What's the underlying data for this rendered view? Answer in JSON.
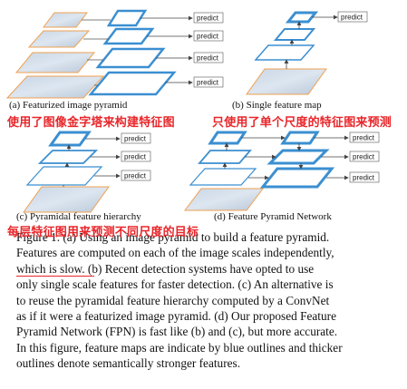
{
  "figure": {
    "predict_label": "predict",
    "subfigures": [
      {
        "id": "a",
        "caption": "(a) Featurized image pyramid",
        "annotation": "使用了图像金字塔来构建特征图"
      },
      {
        "id": "b",
        "caption": "(b) Single feature map",
        "annotation": "只使用了单个尺度的特征图来预测"
      },
      {
        "id": "c",
        "caption": "(c) Pyramidal feature hierarchy",
        "annotation": "每层特征图用来预测不同尺度的目标"
      },
      {
        "id": "d",
        "caption": "(d) Feature Pyramid Network",
        "annotation": ""
      }
    ]
  },
  "caption_text": {
    "lines": [
      "Figure 1. (a) Using an image pyramid to build a feature pyramid.",
      "Features are computed on each of the image scales independently,",
      "which is slow.  (b) Recent detection systems have opted to use",
      "only single scale features for faster detection. (c) An alternative is",
      "to reuse the pyramidal feature hierarchy computed by a ConvNet",
      "as if it were a featurized image pyramid. (d) Our proposed Feature",
      "Pyramid Network (FPN) is fast like (b) and (c), but more accurate.",
      "In this figure, feature maps are indicate by blue outlines and thicker",
      "outlines denote semantically stronger features."
    ]
  },
  "colors": {
    "annotation": "#e8262a",
    "feature_outline": "#3b8fd1",
    "image_border": "#f0a050"
  }
}
